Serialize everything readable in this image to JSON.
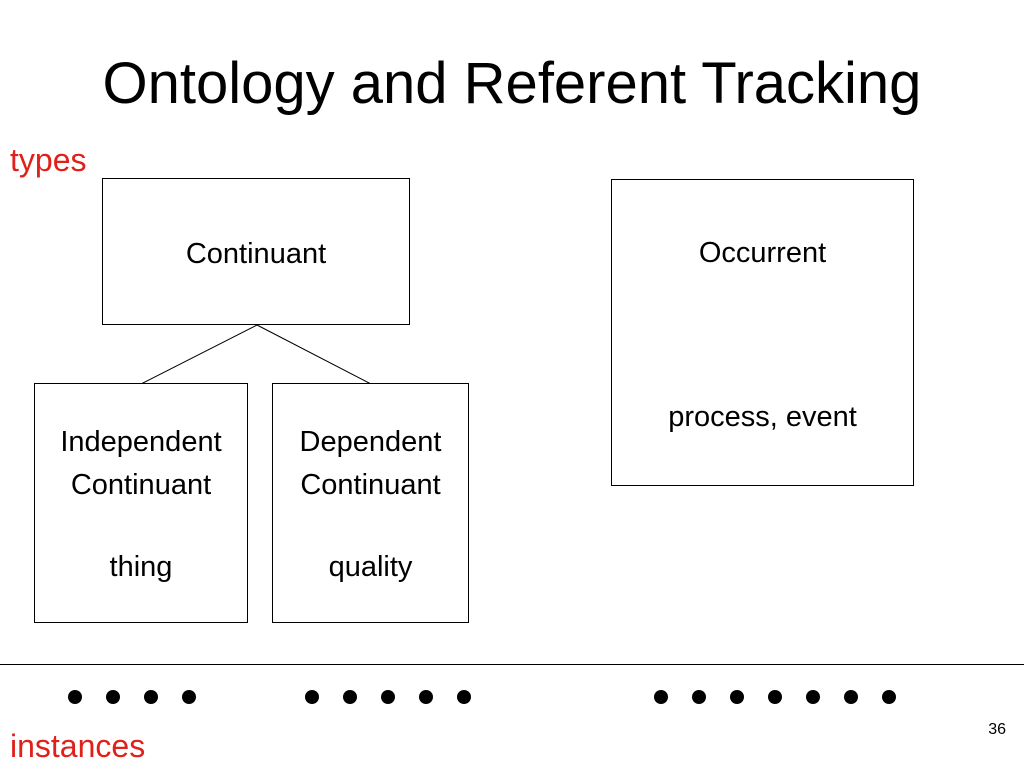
{
  "slide": {
    "title": "Ontology and Referent Tracking",
    "types_label": "types",
    "instances_label": "instances",
    "page_number": "36"
  },
  "boxes": {
    "continuant": {
      "label": "Continuant"
    },
    "occurrent": {
      "label": "Occurrent",
      "example": "process, event"
    },
    "independent": {
      "line1": "Independent",
      "line2": "Continuant",
      "example": "thing"
    },
    "dependent": {
      "line1": "Dependent",
      "line2": "Continuant",
      "example": "quality"
    }
  },
  "instances": {
    "group_counts": [
      4,
      5,
      7
    ]
  },
  "colors": {
    "label_red": "#e0201b"
  }
}
